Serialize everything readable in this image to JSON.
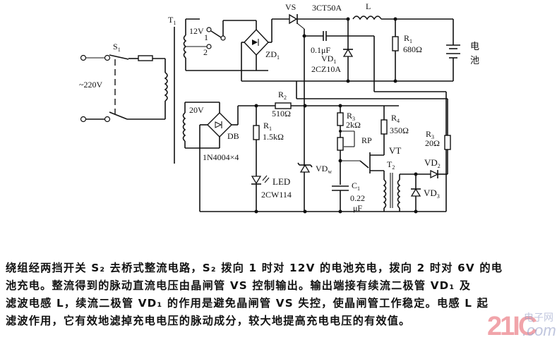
{
  "diagram": {
    "labels": {
      "S1": "S",
      "S1_sub": "1",
      "mains": "~220V",
      "T1": "T",
      "T1_sub": "1",
      "tap_12v": "12V",
      "tap_1": "1",
      "tap_2": "2",
      "ZD1": "ZD",
      "ZD1_sub": "1",
      "VS": "VS",
      "VS_part": "3CT50A",
      "L": "L",
      "cap_01": "0.1μF",
      "VD1": "VD",
      "VD1_sub": "1",
      "VD1_part": "2CZ10A",
      "R1_top": "R",
      "R1_top_sub": "1",
      "R1_top_val": "680Ω",
      "battery_1": "电",
      "battery_2": "池",
      "tap_20v": "20V",
      "DB": "DB",
      "bridge_part": "1N4004×4",
      "R2": "R",
      "R2_sub": "2",
      "R2_val": "510Ω",
      "R1": "R",
      "R1_sub": "1",
      "R1_val": "1.5kΩ",
      "LED": "LED",
      "LED_part": "2CW114",
      "VDw": "VD",
      "VDw_sub": "w",
      "R3": "R",
      "R3_sub": "3",
      "R3_val": "2kΩ",
      "RP": "RP",
      "R4": "R",
      "R4_sub": "4",
      "R4_val": "350Ω",
      "VT": "VT",
      "T2": "T",
      "T2_sub": "2",
      "C1": "C",
      "C1_sub": "1",
      "C1_val": "0.22",
      "C1_unit": "μF",
      "R5": "R",
      "R5_sub": "3",
      "R5_val": "20Ω",
      "VD2": "VD",
      "VD2_sub": "2",
      "VD3": "VD",
      "VD3_sub": "3"
    }
  },
  "caption": {
    "lines": [
      "绕组经两挡开关 S₂ 去桥式整流电路，S₂ 拨向 1 时对 12V 的电池充电，拨向 2 时对 6V 的电",
      "池充电。整流得到的脉动直流电压由晶闸管 VS 控制输出。输出端接有续流二极管 VD₁ 及",
      "滤波电感 L，续流二极管 VD₁ 的作用是避免晶闸管 VS 失控，使晶闸管工作稳定。电感 L 起",
      "滤波作用，它有效地滤掉充电电压的脉动成分，较大地提高充电电压的有效值。"
    ]
  },
  "watermark": {
    "brand": "21IC",
    "cn": "电子网",
    "domain": ".com"
  }
}
